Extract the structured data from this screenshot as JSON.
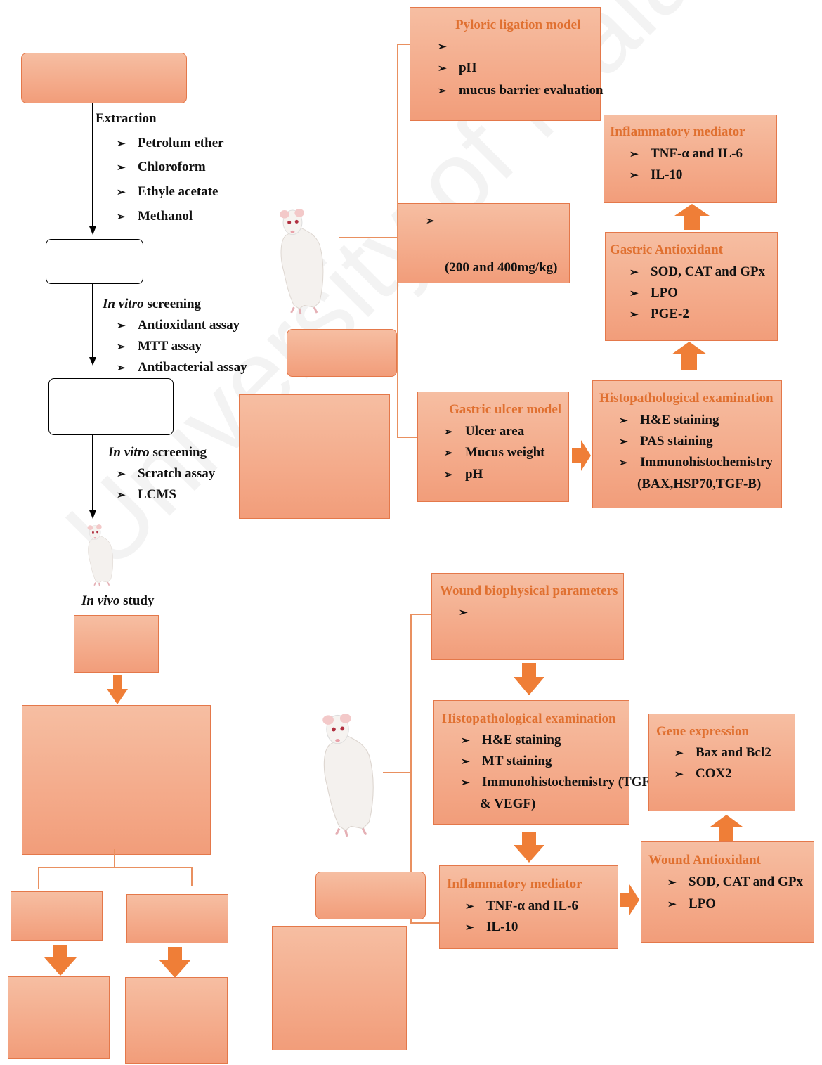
{
  "watermark": "University of Malaya",
  "left": {
    "extraction_label": "Extraction",
    "solvents": [
      "Petrolum ether",
      "Chloroform",
      "Ethyle acetate",
      "Methanol"
    ],
    "invitro1_em": "In vitro",
    "invitro1_rest": " screening",
    "assays1": [
      "Antioxidant assay",
      "MTT assay",
      "Antibacterial assay"
    ],
    "invitro2_em": "In vitro",
    "invitro2_rest": " screening",
    "assays2": [
      "Scratch assay",
      "LCMS"
    ],
    "invivo_em": "In vivo",
    "invivo_rest": " study"
  },
  "gastric": {
    "pyloric_title": "Pyloric ligation model",
    "pyloric_items": [
      "",
      "pH",
      "mucus barrier evaluation"
    ],
    "dose_bullet": "",
    "dose_text": "(200 and 400mg/kg)",
    "inflammatory_title": "Inflammatory mediator",
    "inflammatory_items": [
      "TNF-α and IL-6",
      "IL-10"
    ],
    "antioxidant_title": "Gastric Antioxidant",
    "antioxidant_items": [
      "SOD, CAT and GPx",
      "LPO",
      "PGE-2"
    ],
    "ulcer_title": "Gastric ulcer model",
    "ulcer_items": [
      "Ulcer area",
      "Mucus weight",
      "pH"
    ],
    "histo_title": "Histopathological examination",
    "histo_items": [
      "H&E staining",
      "PAS staining",
      "Immunohistochemistry"
    ],
    "histo_extra": "(BAX,HSP70,TGF-B)"
  },
  "wound": {
    "biophysical_title": "Wound biophysical parameters",
    "biophysical_items": [
      ""
    ],
    "histo_title": "Histopathological examination",
    "histo_items": [
      "H&E staining",
      "MT staining",
      "Immunohistochemistry (TGF-β"
    ],
    "histo_extra": "& VEGF)",
    "gene_title": "Gene expression",
    "gene_items": [
      "Bax and Bcl2",
      "COX2"
    ],
    "inflammatory_title": "Inflammatory mediator",
    "inflammatory_items": [
      "TNF-α and IL-6",
      "IL-10"
    ],
    "antioxidant_title": "Wound Antioxidant",
    "antioxidant_items": [
      "SOD, CAT and GPx",
      "LPO"
    ]
  },
  "colors": {
    "box_fill": "#f4ab8a",
    "box_border": "#e4784a",
    "arrow": "#ef7e37",
    "title": "#e07030"
  }
}
